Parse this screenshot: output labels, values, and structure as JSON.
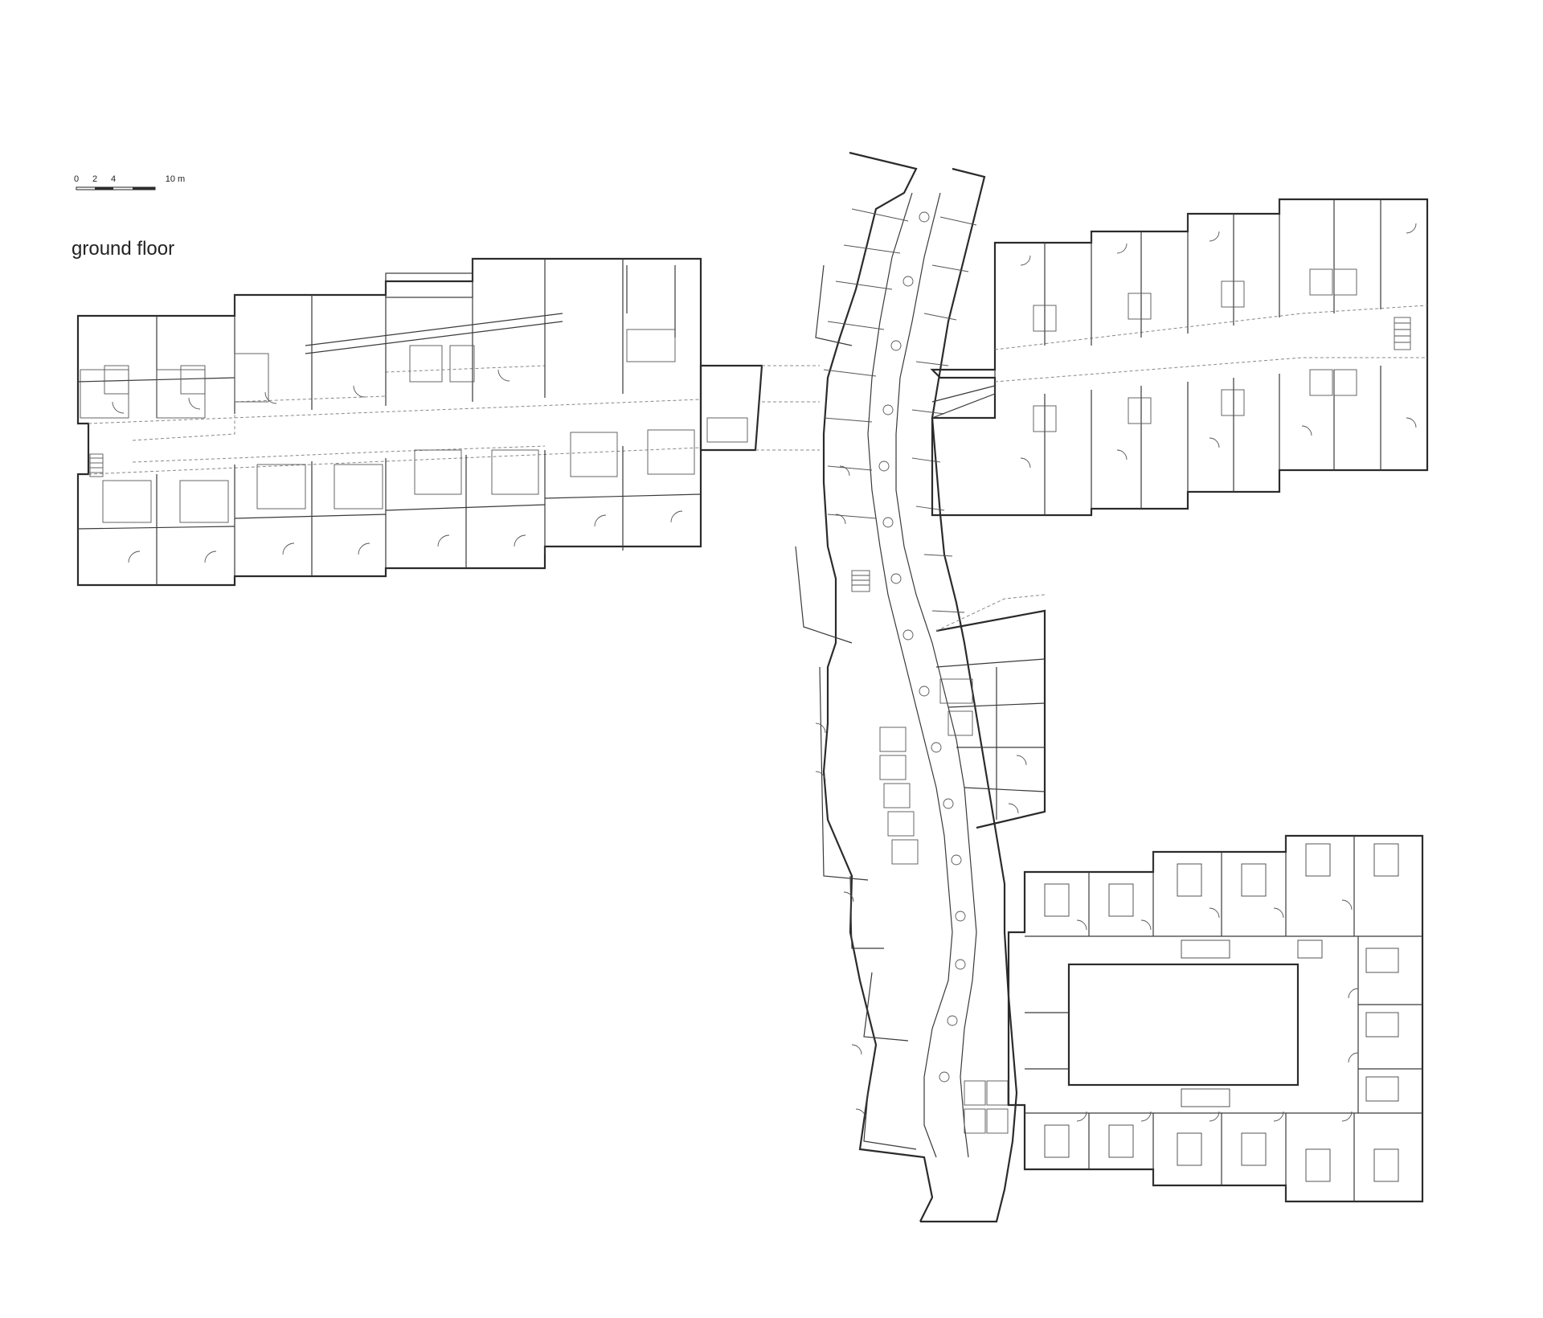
{
  "title": "ground floor",
  "scale_bar": {
    "ticks": [
      "0",
      "2",
      "4",
      "10 m"
    ]
  },
  "colors": {
    "line": "#2b2b2b",
    "background": "#ffffff"
  }
}
